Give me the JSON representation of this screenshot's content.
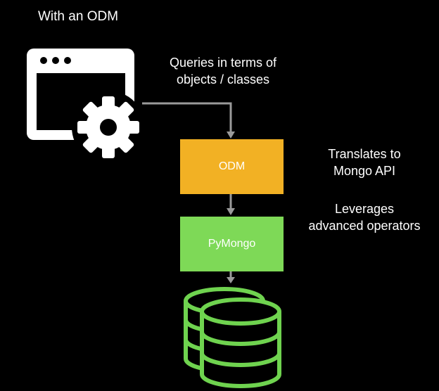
{
  "diagram": {
    "title": "With an ODM",
    "annotations": {
      "queries": [
        "Queries in terms of",
        "objects / classes"
      ],
      "translates": [
        "Translates to",
        "Mongo API"
      ],
      "leverages": [
        "Leverages",
        "advanced operators"
      ]
    },
    "nodes": {
      "odm": {
        "label": "ODM",
        "color": "#f2b124"
      },
      "pymongo": {
        "label": "PyMongo",
        "color": "#7ed957"
      }
    },
    "icons": {
      "app": "application-window-with-gear-icon",
      "database": "database-icon"
    },
    "colors": {
      "background": "#000000",
      "connector": "#9a9a9a",
      "database_stroke": "#6fd34f",
      "icon_fill": "#ffffff"
    }
  }
}
